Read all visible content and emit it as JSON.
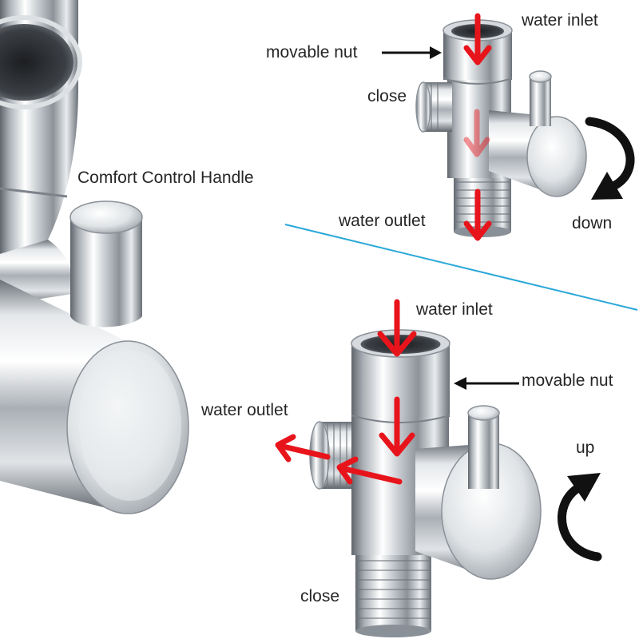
{
  "labels": {
    "closeup": {
      "handle": "Comfort Control Handle"
    },
    "down_state": {
      "inlet": "water inlet",
      "nut": "movable nut",
      "close": "close",
      "outlet": "water outlet",
      "rotation": "down"
    },
    "up_state": {
      "inlet": "water inlet",
      "nut": "movable nut",
      "outlet": "water outlet",
      "rotation": "up",
      "close": "close"
    }
  },
  "colors": {
    "flow_arrow": "#e8141b",
    "pointer": "#111111",
    "divider": "#2aa8d8",
    "chrome_light": "#f6f8fa",
    "chrome_dark": "#5f656c"
  },
  "icons": {
    "flow": "red-flow-arrow-icon",
    "pointer": "black-pointer-arrow-icon",
    "rotation_down": "curved-rotate-down-icon",
    "rotation_up": "curved-rotate-up-icon"
  }
}
